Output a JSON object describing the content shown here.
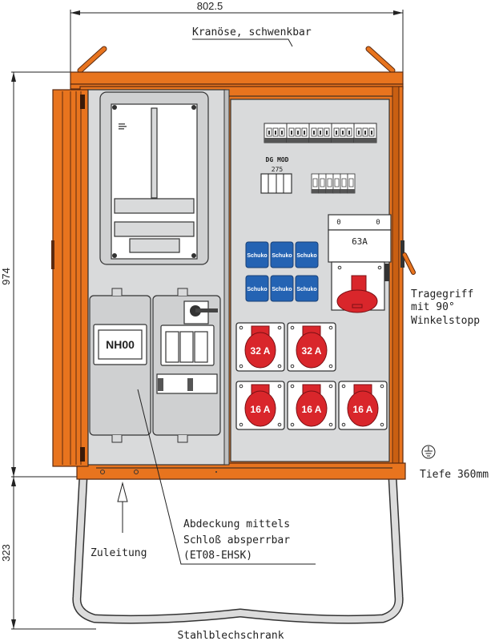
{
  "title": "Stahlblechschrank",
  "dimensions": {
    "width": "802.5",
    "height_cabinet": "974",
    "height_stand": "323",
    "depth": "Tiefe 360mm"
  },
  "annotations": {
    "crane_eye": "Kranöse, schwenkbar",
    "handle_line1": "Tragegriff",
    "handle_line2": "mit 90°",
    "handle_line3": "Winkelstopp",
    "cover_line1": "Abdeckung mittels",
    "cover_line2": "Schloß absperrbar",
    "cover_line3": "(ET08-EHSK)",
    "supply": "Zuleitung"
  },
  "components": {
    "fuse_base": "NH00",
    "surge_protector_line1": "DG MOD",
    "surge_protector_line2": "275",
    "cee_63": "63A",
    "switch_positions": [
      "0",
      "0"
    ],
    "schuko_label": "Schuko",
    "schuko_count": 6,
    "cee_32": [
      "32 A",
      "32 A"
    ],
    "cee_16": [
      "16 A",
      "16 A",
      "16 A"
    ],
    "mcb_row_groups": 5,
    "rcd_small_count": 6
  },
  "colors": {
    "enclosure": "#e8741e",
    "panel": "#d9dadb",
    "schuko": "#2463b3",
    "cee_socket": "#d9262b"
  }
}
